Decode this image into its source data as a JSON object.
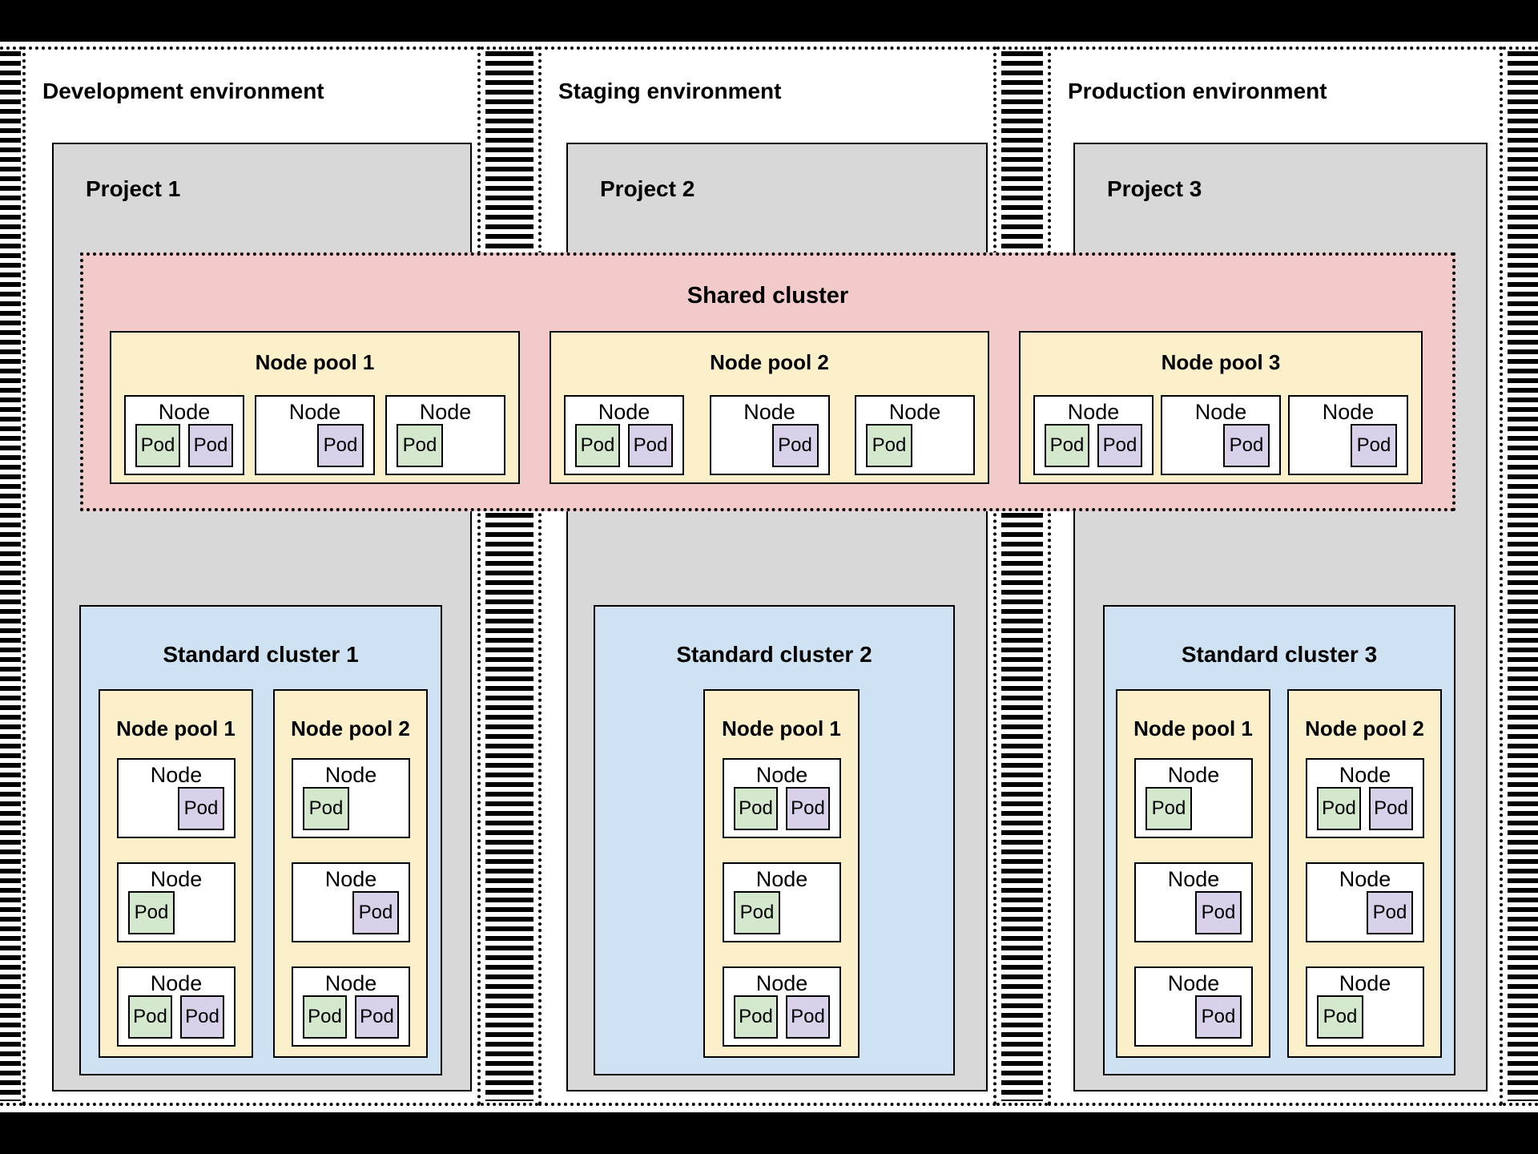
{
  "colors": {
    "frame_black": "#000000",
    "canvas_white": "#ffffff",
    "project_gray": "#d8d8d8",
    "shared_cluster_pink": "#f3caca",
    "node_pool_yellow": "#fcf0cb",
    "standard_cluster_blue": "#cfe2f3",
    "pod_green": "#d3e8cd",
    "pod_purple": "#d9d0ea",
    "border_black": "#000000"
  },
  "labels": {
    "node": "Node",
    "pod": "Pod"
  },
  "environments": [
    {
      "label": "Development environment",
      "project": "Project 1",
      "standard_cluster": {
        "title": "Standard cluster 1",
        "node_pools": [
          {
            "title": "Node pool 1",
            "nodes": [
              {
                "pods": [
                  "purple"
                ]
              },
              {
                "pods": [
                  "green"
                ]
              },
              {
                "pods": [
                  "green",
                  "purple"
                ]
              }
            ]
          },
          {
            "title": "Node pool 2",
            "nodes": [
              {
                "pods": [
                  "green"
                ]
              },
              {
                "pods": [
                  "purple"
                ]
              },
              {
                "pods": [
                  "green",
                  "purple"
                ]
              }
            ]
          }
        ]
      }
    },
    {
      "label": "Staging environment",
      "project": "Project 2",
      "standard_cluster": {
        "title": "Standard cluster 2",
        "node_pools": [
          {
            "title": "Node pool 1",
            "nodes": [
              {
                "pods": [
                  "green",
                  "purple"
                ]
              },
              {
                "pods": [
                  "green"
                ]
              },
              {
                "pods": [
                  "green",
                  "purple"
                ]
              }
            ]
          }
        ]
      }
    },
    {
      "label": "Production environment",
      "project": "Project 3",
      "standard_cluster": {
        "title": "Standard cluster 3",
        "node_pools": [
          {
            "title": "Node pool 1",
            "nodes": [
              {
                "pods": [
                  "green"
                ]
              },
              {
                "pods": [
                  "purple"
                ]
              },
              {
                "pods": [
                  "purple"
                ]
              }
            ]
          },
          {
            "title": "Node pool 2",
            "nodes": [
              {
                "pods": [
                  "green",
                  "purple"
                ]
              },
              {
                "pods": [
                  "purple"
                ]
              },
              {
                "pods": [
                  "green"
                ]
              }
            ]
          }
        ]
      }
    }
  ],
  "shared_cluster": {
    "title": "Shared cluster",
    "node_pools": [
      {
        "title": "Node pool 1",
        "nodes": [
          {
            "pods": [
              "green",
              "purple"
            ]
          },
          {
            "pods": [
              "purple"
            ]
          },
          {
            "pods": [
              "green"
            ]
          }
        ]
      },
      {
        "title": "Node pool 2",
        "nodes": [
          {
            "pods": [
              "green",
              "purple"
            ]
          },
          {
            "pods": [
              "purple"
            ]
          },
          {
            "pods": [
              "green"
            ]
          }
        ]
      },
      {
        "title": "Node pool 3",
        "nodes": [
          {
            "pods": [
              "green",
              "purple"
            ]
          },
          {
            "pods": [
              "purple"
            ]
          },
          {
            "pods": [
              "purple"
            ]
          }
        ]
      }
    ]
  }
}
